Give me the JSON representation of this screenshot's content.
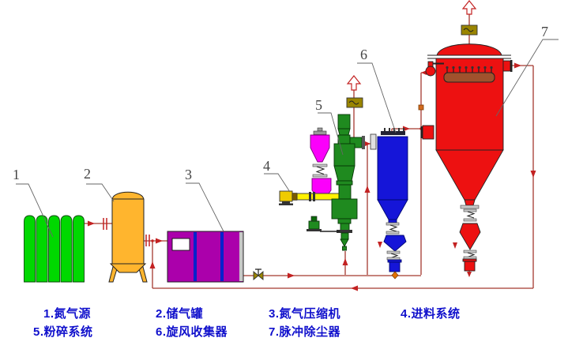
{
  "callouts": [
    "1",
    "2",
    "3",
    "4",
    "5",
    "6",
    "7"
  ],
  "legend": {
    "items": [
      "1.氮气源",
      "2.储气罐",
      "3.氮气压缩机",
      "4.进料系统",
      "5.粉碎系统",
      "6.旋风收集器",
      "7.脉冲除尘器"
    ]
  },
  "colors": {
    "cylinder_green": "#00D800",
    "tank_orange": "#FFB52E",
    "compressor_purple": "#AB00AB",
    "divider_blue": "#0022CC",
    "hopper_magenta": "#FB00FB",
    "feeder_yellow": "#FFF200",
    "mill_green": "#1F8A1F",
    "cyclone_blue": "#1515D8",
    "collector_red": "#ED1111",
    "manifold_brown": "#A0522D",
    "valve_olive": "#9A8500",
    "pipe": "#A5392F",
    "arrow": "#C32222",
    "legend_text": "#1010CC",
    "callout_text": "#444444"
  }
}
